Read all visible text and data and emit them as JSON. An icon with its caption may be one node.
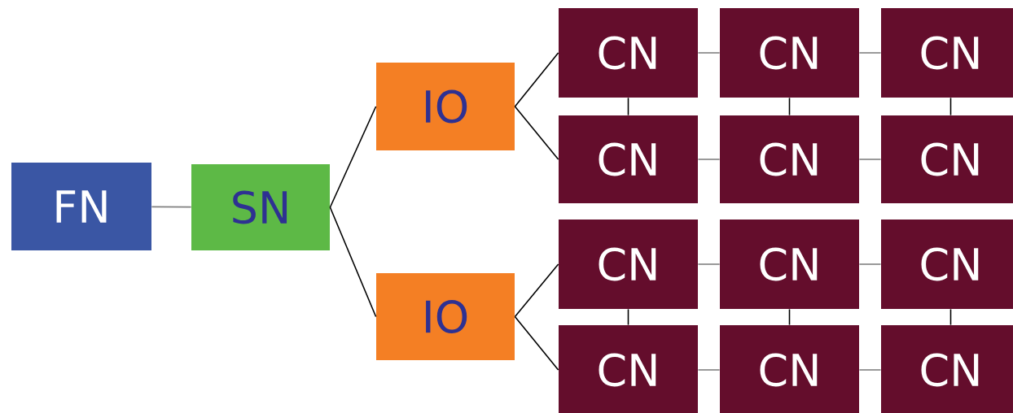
{
  "diagram": {
    "nodes": [
      {
        "text": [
          "FN"
        ]
      },
      {
        "text": [
          "SN"
        ]
      },
      {
        "text": [
          "IO"
        ]
      },
      {
        "text": [
          "IO"
        ]
      },
      {
        "text": [
          "CN"
        ]
      },
      {
        "text": [
          "CN"
        ]
      },
      {
        "text": [
          "CN"
        ]
      },
      {
        "text": [
          "CN"
        ]
      },
      {
        "text": [
          "CN"
        ]
      },
      {
        "text": [
          "CN"
        ]
      },
      {
        "text": [
          "CN"
        ]
      },
      {
        "text": [
          "CN"
        ]
      },
      {
        "text": [
          "CN"
        ]
      },
      {
        "text": [
          "CN"
        ]
      },
      {
        "text": [
          "CN"
        ]
      },
      {
        "text": [
          "CN"
        ]
      }
    ],
    "edges": [
      {
        "from": 0,
        "to": 1,
        "arrow": "none",
        "color": "#808080"
      },
      {
        "from": 1,
        "to": 2,
        "arrow": "none"
      },
      {
        "from": 1,
        "to": 3,
        "arrow": "none"
      },
      {
        "from": 2,
        "to": 4,
        "arrow": "none"
      },
      {
        "from": 2,
        "to": 7,
        "arrow": "none"
      },
      {
        "from": 3,
        "to": 10,
        "arrow": "none"
      },
      {
        "from": 3,
        "to": 13,
        "arrow": "none"
      },
      {
        "from": 4,
        "to": 5,
        "arrow": "none",
        "color": "#808080"
      },
      {
        "from": 5,
        "to": 6,
        "arrow": "none",
        "color": "#808080"
      },
      {
        "from": 7,
        "to": 8,
        "arrow": "none",
        "color": "#808080"
      },
      {
        "from": 8,
        "to": 9,
        "arrow": "none",
        "color": "#808080"
      },
      {
        "from": 10,
        "to": 11,
        "arrow": "none",
        "color": "#808080"
      },
      {
        "from": 11,
        "to": 12,
        "arrow": "none",
        "color": "#808080"
      },
      {
        "from": 13,
        "to": 14,
        "arrow": "none",
        "color": "#808080"
      },
      {
        "from": 14,
        "to": 15,
        "arrow": "none",
        "color": "#808080"
      },
      {
        "from": 4,
        "to": 7,
        "arrow": "none"
      },
      {
        "from": 5,
        "to": 8,
        "arrow": "none"
      },
      {
        "from": 6,
        "to": 9,
        "arrow": "none"
      },
      {
        "from": 10,
        "to": 13,
        "arrow": "none"
      },
      {
        "from": 11,
        "to": 14,
        "arrow": "none"
      },
      {
        "from": 12,
        "to": 15,
        "arrow": "none"
      }
    ]
  }
}
